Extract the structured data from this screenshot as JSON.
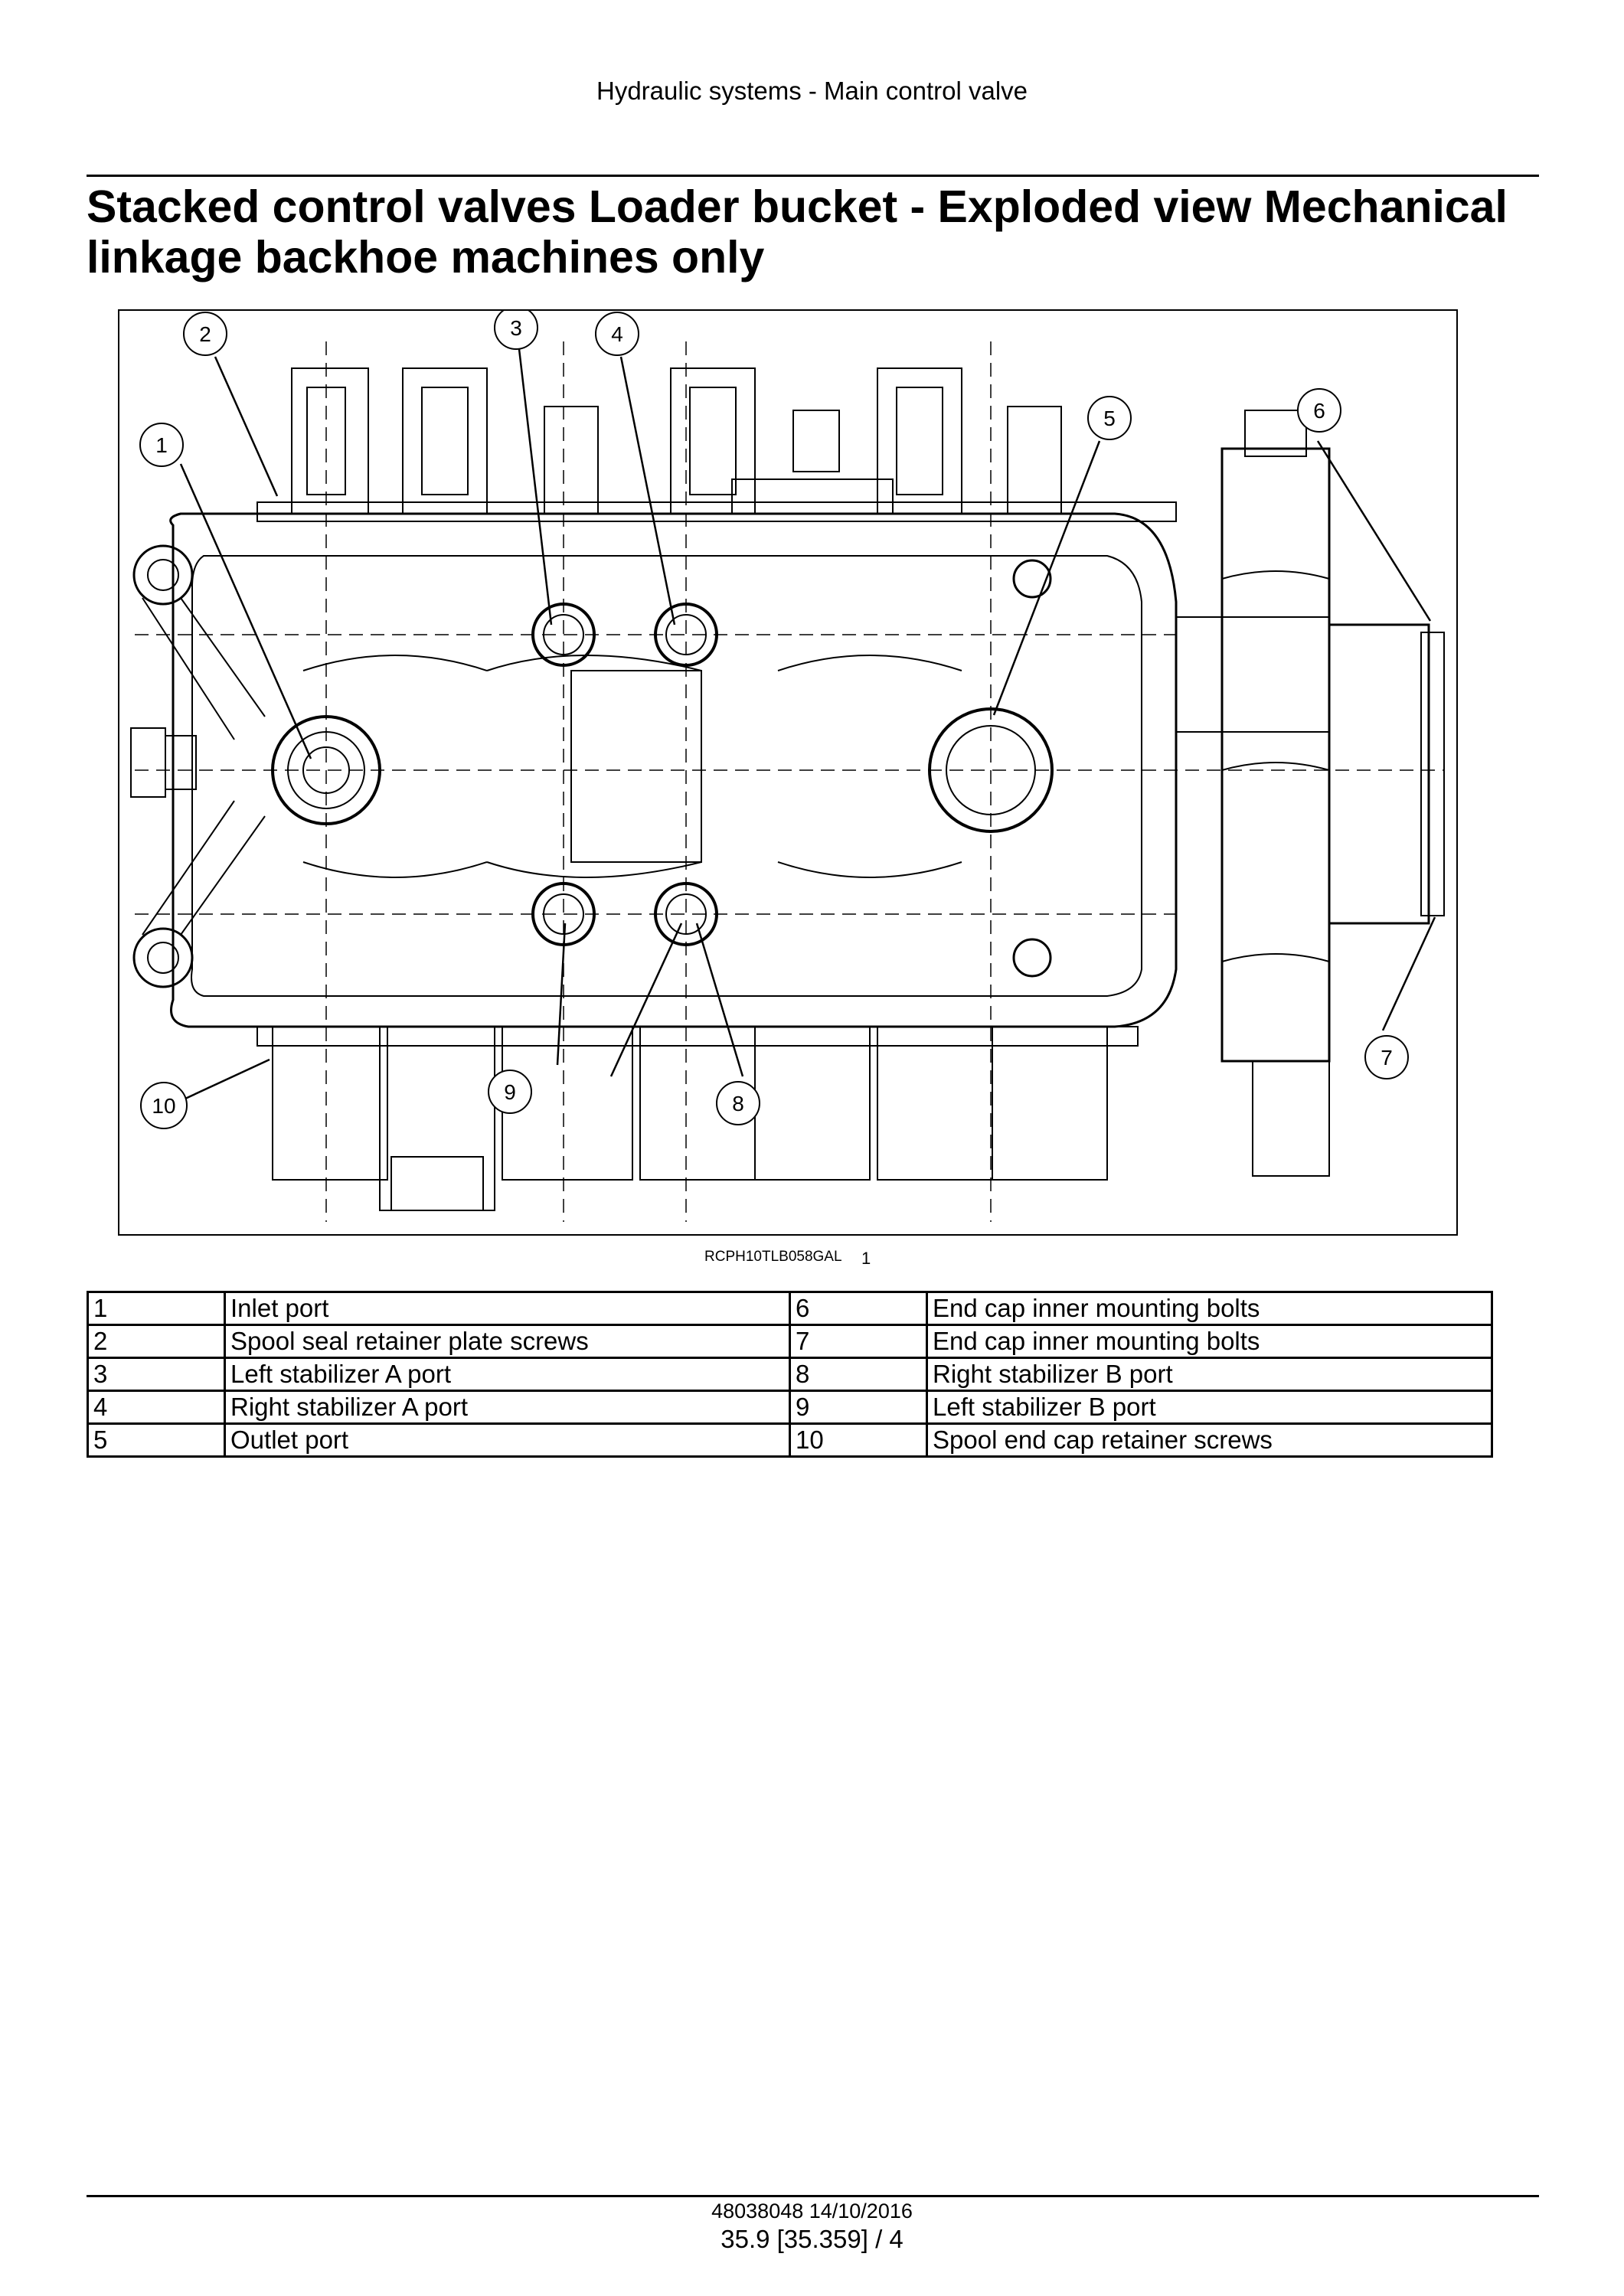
{
  "header": {
    "section": "Hydraulic systems - Main control valve"
  },
  "title": "Stacked control valves Loader bucket - Exploded view Mechanical linkage backhoe machines only",
  "figure": {
    "reference_code": "RCPH10TLB058GAL",
    "figure_number": "1",
    "callouts": [
      "1",
      "2",
      "3",
      "4",
      "5",
      "6",
      "7",
      "8",
      "9",
      "10"
    ]
  },
  "legend": {
    "rows": [
      {
        "left_num": "1",
        "left_desc": "Inlet port",
        "right_num": "6",
        "right_desc": "End cap inner mounting bolts"
      },
      {
        "left_num": "2",
        "left_desc": "Spool seal retainer plate screws",
        "right_num": "7",
        "right_desc": "End cap inner mounting bolts"
      },
      {
        "left_num": "3",
        "left_desc": "Left stabilizer A port",
        "right_num": "8",
        "right_desc": "Right stabilizer B port"
      },
      {
        "left_num": "4",
        "left_desc": "Right stabilizer A port",
        "right_num": "9",
        "right_desc": "Left stabilizer B port"
      },
      {
        "left_num": "5",
        "left_desc": "Outlet port",
        "right_num": "10",
        "right_desc": "Spool end cap retainer screws"
      }
    ]
  },
  "footer": {
    "doc_id": "48038048 14/10/2016",
    "page": "35.9 [35.359] / 4"
  }
}
